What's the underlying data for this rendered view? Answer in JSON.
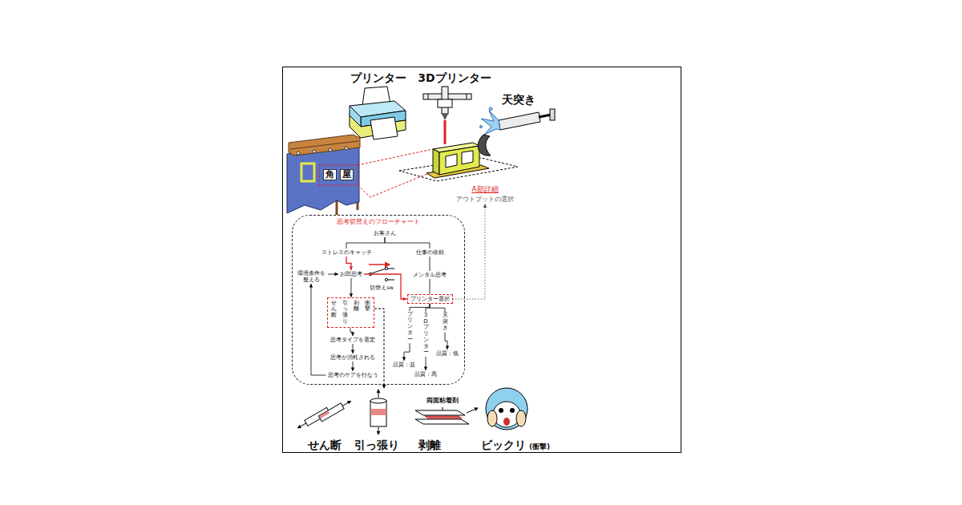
{
  "diagram": {
    "nodes": [
      {
        "text": [
          "A部詳細",
          "アウトプットの選択"
        ]
      },
      {
        "text": [
          "思考切替えのフローチャート"
        ]
      },
      {
        "text": [
          "お客さん"
        ],
        "in": 1
      },
      {
        "text": [
          "ストレスのキャッチ"
        ],
        "in": 1
      },
      {
        "text": [
          "仕事の依頼"
        ],
        "in": 1
      },
      {
        "text": [
          "環境条件を 整える"
        ],
        "in": 1
      },
      {
        "text": [
          "お郎思考"
        ],
        "in": 1
      },
      {
        "text": [
          "メンタル思考"
        ],
        "in": 1
      },
      {
        "text": [
          "せん断",
          "引っ張り",
          "剥離",
          "衝撃"
        ],
        "in": 1
      },
      {
        "text": [
          "プリンター選択"
        ],
        "in": 1
      },
      {
        "text": [
          "思考タイプを選定"
        ],
        "in": 1
      },
      {
        "text": [
          "プリンター"
        ],
        "in": 1
      },
      {
        "text": [
          "3Dプリンター"
        ],
        "in": 1
      },
      {
        "text": [
          "天突き"
        ],
        "in": 1
      },
      {
        "text": [
          "思考が消耗される"
        ],
        "in": 1
      },
      {
        "text": [
          "思考のケアを行なう"
        ],
        "in": 1
      },
      {
        "text": [
          "品質：並"
        ],
        "in": 1
      },
      {
        "text": [
          "品質：高"
        ],
        "in": 1
      },
      {
        "text": [
          "品質：低"
        ],
        "in": 1
      }
    ],
    "edges": [
      {
        "from": 2,
        "to": 3,
        "arrow": "none"
      },
      {
        "from": 2,
        "to": 4,
        "arrow": "none"
      },
      {
        "from": 3,
        "to": 6,
        "arrow": "to"
      },
      {
        "from": 4,
        "to": 7,
        "arrow": "none"
      },
      {
        "from": 5,
        "to": 6,
        "arrow": "to"
      },
      {
        "from": 6,
        "to": 8,
        "arrow": "to"
      },
      {
        "from": 6,
        "to": 9,
        "arrow": "to"
      },
      {
        "from": 7,
        "to": 9,
        "arrow": "none"
      },
      {
        "from": 8,
        "to": 10,
        "arrow": "to"
      },
      {
        "from": 10,
        "to": 14,
        "arrow": "to"
      },
      {
        "from": 14,
        "to": 15,
        "arrow": "to"
      },
      {
        "from": 15,
        "to": 5,
        "arrow": "to"
      },
      {
        "from": 9,
        "to": 11,
        "arrow": "none"
      },
      {
        "from": 9,
        "to": 12,
        "arrow": "none"
      },
      {
        "from": 9,
        "to": 13,
        "arrow": "none"
      },
      {
        "from": 11,
        "to": 16,
        "arrow": "to"
      },
      {
        "from": 12,
        "to": 17,
        "arrow": "to"
      },
      {
        "from": 13,
        "to": 18,
        "arrow": "to"
      },
      {
        "from": 9,
        "to": 0,
        "arrow": "to"
      }
    ],
    "labels": [
      "プリンター",
      "3Dプリンター",
      "天突き",
      "角",
      "屋",
      "切替えsw",
      "両面粘着剤",
      "せん断",
      "引っ張り",
      "剥離",
      "ビックリ",
      "(衝撃)"
    ]
  }
}
